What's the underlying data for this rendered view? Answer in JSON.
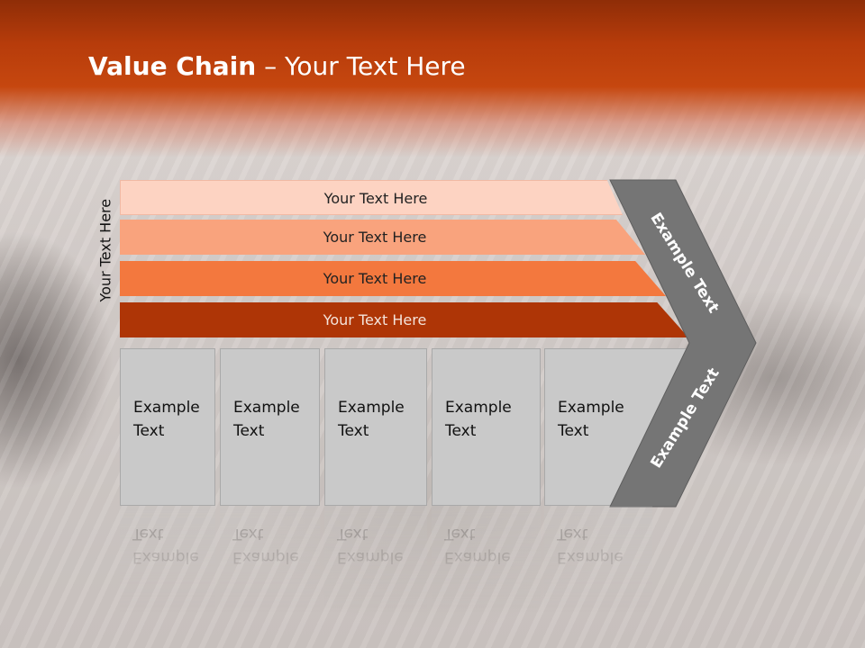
{
  "title": {
    "bold": "Value Chain",
    "rest": " – Your Text Here"
  },
  "side_label": "Your Text Here",
  "bands": [
    {
      "label": "Your Text Here",
      "color": "#fdd3c2"
    },
    {
      "label": "Your Text Here",
      "color": "#f9a37d"
    },
    {
      "label": "Your Text Here",
      "color": "#f3783e"
    },
    {
      "label": "Your Text Here",
      "color": "#ae3506"
    }
  ],
  "boxes": [
    {
      "line1": "Example",
      "line2": "Text"
    },
    {
      "line1": "Example",
      "line2": "Text"
    },
    {
      "line1": "Example",
      "line2": "Text"
    },
    {
      "line1": "Example",
      "line2": "Text"
    },
    {
      "line1": "Example",
      "line2": "Text"
    }
  ],
  "chevron": {
    "upper_label": "Example Text",
    "lower_label": "Example Text",
    "color": "#757575"
  },
  "colors": {
    "header": "#c6470f",
    "box": "#c9c9c9"
  }
}
